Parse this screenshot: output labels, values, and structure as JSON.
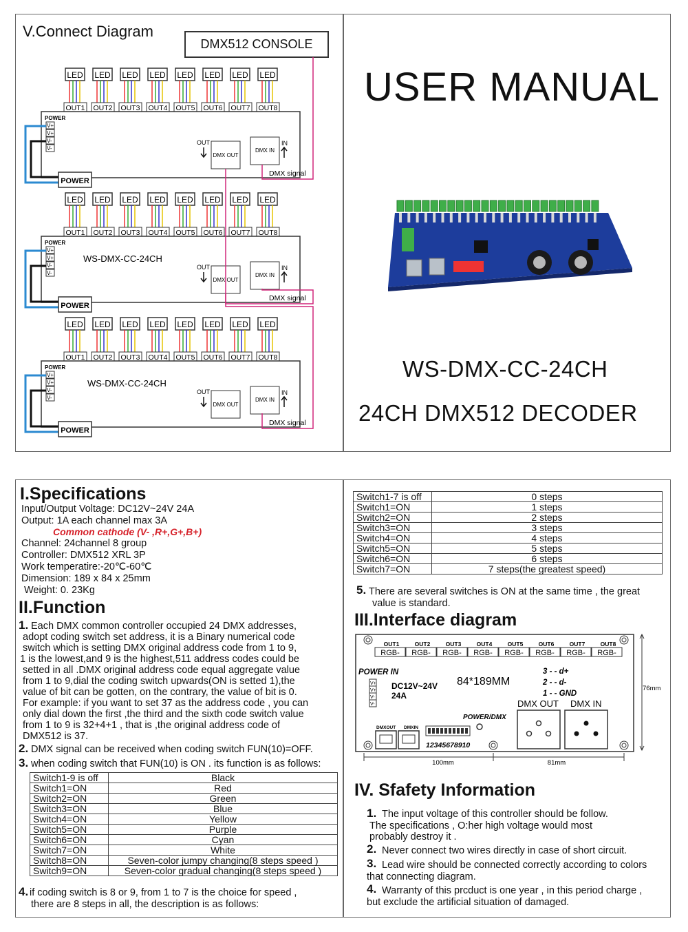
{
  "connect_diagram": {
    "title": "V.Connect Diagram",
    "console": "DMX512 CONSOLE",
    "led_label": "LED",
    "outputs": [
      "OUT1",
      "OUT2",
      "OUT3",
      "OUT4",
      "OUT5",
      "OUT6",
      "OUT7",
      "OUT8"
    ],
    "power_small": "POWER",
    "power_pins": [
      "V+",
      "V+",
      "V-",
      "V-"
    ],
    "power_box": "POWER",
    "out_label": "OUT",
    "in_label": "IN",
    "dmx_out": "DMX OUT",
    "dmx_in": "DMX IN",
    "dmx_signal": "DMX  signal",
    "model": "WS-DMX-CC-24CH"
  },
  "cover": {
    "title": "USER MANUAL",
    "model": "WS-DMX-CC-24CH",
    "subtitle": "24CH DMX512 DECODER"
  },
  "specs": {
    "heading": "I.Specifications",
    "l1": "Input/Output Voltage: DC12V~24V   24A",
    "l2": "Output: 1A each channel max 3A",
    "l3": "Common cathode   (V- ,R+,G+,B+)",
    "l4": "Channel: 24channel 8 group",
    "l5": "Controller: DMX512 XRL 3P",
    "l6": "Work temperatire:-20℃-60℃",
    "l7": "Dimension: 189 x 84 x 25mm",
    "l8": "Weight: 0. 23Kg"
  },
  "function": {
    "heading": "II.Function",
    "p1_num": "1.",
    "p1_lines": [
      "Each DMX common controller occupied 24 DMX addresses,",
      "adopt coding switch set address, it is a Binary numerical code",
      "switch which is setting DMX original address code from 1 to 9,",
      "1 is the lowest,and 9 is the highest,511 address codes  could be",
      "setted  in all .DMX original address code equal aggregate value",
      "from 1 to 9,dial the coding switch upwards(ON is setted 1),the",
      "value of bit can be  gotten, on the contrary, the value of bit is 0.",
      "For example: if you want to set 37 as the address code , you can",
      "only dial down the first ,the third and the  sixth code switch value",
      "from 1 to 9 is 32+4+1 , that is ,the original address  code of",
      "DMX512 is 37."
    ],
    "p2_num": "2.",
    "p2": "DMX signal can be received when coding switch FUN(10)=OFF.",
    "p3_num": "3.",
    "p3": "when coding switch that FUN(10) is ON . its function is as follows:",
    "table1": [
      [
        "Switch1-9 is off",
        "Black"
      ],
      [
        "Switch1=ON",
        "Red"
      ],
      [
        "Switch2=ON",
        "Green"
      ],
      [
        "Switch3=ON",
        "Blue"
      ],
      [
        "Switch4=ON",
        "Yellow"
      ],
      [
        "Switch5=ON",
        "Purple"
      ],
      [
        "Switch6=ON",
        "Cyan"
      ],
      [
        "Switch7=ON",
        "White"
      ],
      [
        "Switch8=ON",
        "Seven-color jumpy changing(8 steps speed )"
      ],
      [
        "Switch9=ON",
        "Seven-color gradual changing(8 steps speed )"
      ]
    ],
    "p4_num": "4.",
    "p4_l1": "if coding switch is 8 or 9,  from 1 to 7 is the choice for speed ,",
    "p4_l2": "there are 8 steps in all, the description is as follows:",
    "table2": [
      [
        "Switch1-7 is off",
        "0 steps"
      ],
      [
        "Switch1=ON",
        "1 steps"
      ],
      [
        "Switch2=ON",
        "2 steps"
      ],
      [
        "Switch3=ON",
        "3 steps"
      ],
      [
        "Switch4=ON",
        "4 steps"
      ],
      [
        "Switch5=ON",
        "5 steps"
      ],
      [
        "Switch6=ON",
        "6 steps"
      ],
      [
        "Switch7=ON",
        "7 steps(the greatest speed)"
      ]
    ],
    "p5_num": "5.",
    "p5_l1": "There are several switches is ON at the same time , the great",
    "p5_l2": "value is standard."
  },
  "interface": {
    "heading": "III.Interface diagram",
    "outputs": [
      "OUT1",
      "OUT2",
      "OUT3",
      "OUT4",
      "OUT5",
      "OUT6",
      "OUT7",
      "OUT8"
    ],
    "terminal": "RGB-",
    "power_in": "POWER  IN",
    "voltage": "DC12V~24V",
    "amps": "24A",
    "size": "84*189MM",
    "pins": [
      "3 - - d+",
      "2 - - d-",
      "1 - - GND"
    ],
    "power_dmx": "POWER/DMX",
    "dmx_out": "DMX  OUT",
    "dmx_in": "DMX  IN",
    "rj_out": "DMXOUT",
    "rj_in": "DMXIN",
    "switch_numbers": "12345678910",
    "dim_76": "76mm",
    "dim_100": "100mm",
    "dim_81": "81mm"
  },
  "safety": {
    "heading": "IV. Sfafety Information",
    "items": [
      {
        "num": "1.",
        "l1": "The input voltage of this controller should be follow.",
        "l2": "The specifications , O:her high voltage would most",
        "l3": "probably destroy it ."
      },
      {
        "num": "2.",
        "l1": "Never connect two wires directly in case of short circuit."
      },
      {
        "num": "3.",
        "l1": "Lead wire should be connected correctly according to colors",
        "l2": "that connecting diagram."
      },
      {
        "num": "4.",
        "l1": "Warranty of this prcduct is one year , in this period charge ,",
        "l2": "but exclude the artificial situation of damaged."
      }
    ]
  },
  "colors": {
    "accent_red": "#d6212a",
    "wire_magenta": "#d1267a",
    "wire_blue": "#2b8ad1",
    "board_blue": "#1d3d9c",
    "terminal_green": "#3fae49"
  }
}
